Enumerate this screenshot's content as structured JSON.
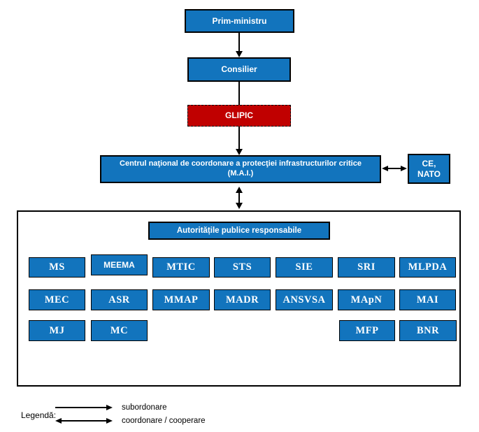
{
  "nodes": {
    "prim_ministru": "Prim-ministru",
    "consilier": "Consilier",
    "glipic": "GLIPIC",
    "centru_line1": "Centrul naţional de coordonare a protecţiei infrastructurilor critice",
    "centru_line2": "(M.A.I.)",
    "ce_nato_line1": "CE,",
    "ce_nato_line2": "NATO",
    "autoritati": "Autoritățile publice responsabile"
  },
  "agencies_row1": [
    "MS",
    "MEEMA",
    "MTIC",
    "STS",
    "SIE",
    "SRI",
    "MLPDA"
  ],
  "agencies_row2": [
    "MEC",
    "ASR",
    "MMAP",
    "MADR",
    "ANSVSA",
    "MApN",
    "MAI"
  ],
  "agencies_row3": [
    "MJ",
    "MC",
    "MFP",
    "BNR"
  ],
  "legend": {
    "title": "Legendă:",
    "subordonare": "subordonare",
    "coordonare": "coordonare / cooperare"
  },
  "colors": {
    "box_blue": "#1274BD",
    "box_red": "#C00000",
    "border_black": "#000000",
    "text_white": "#FFFFFF"
  }
}
